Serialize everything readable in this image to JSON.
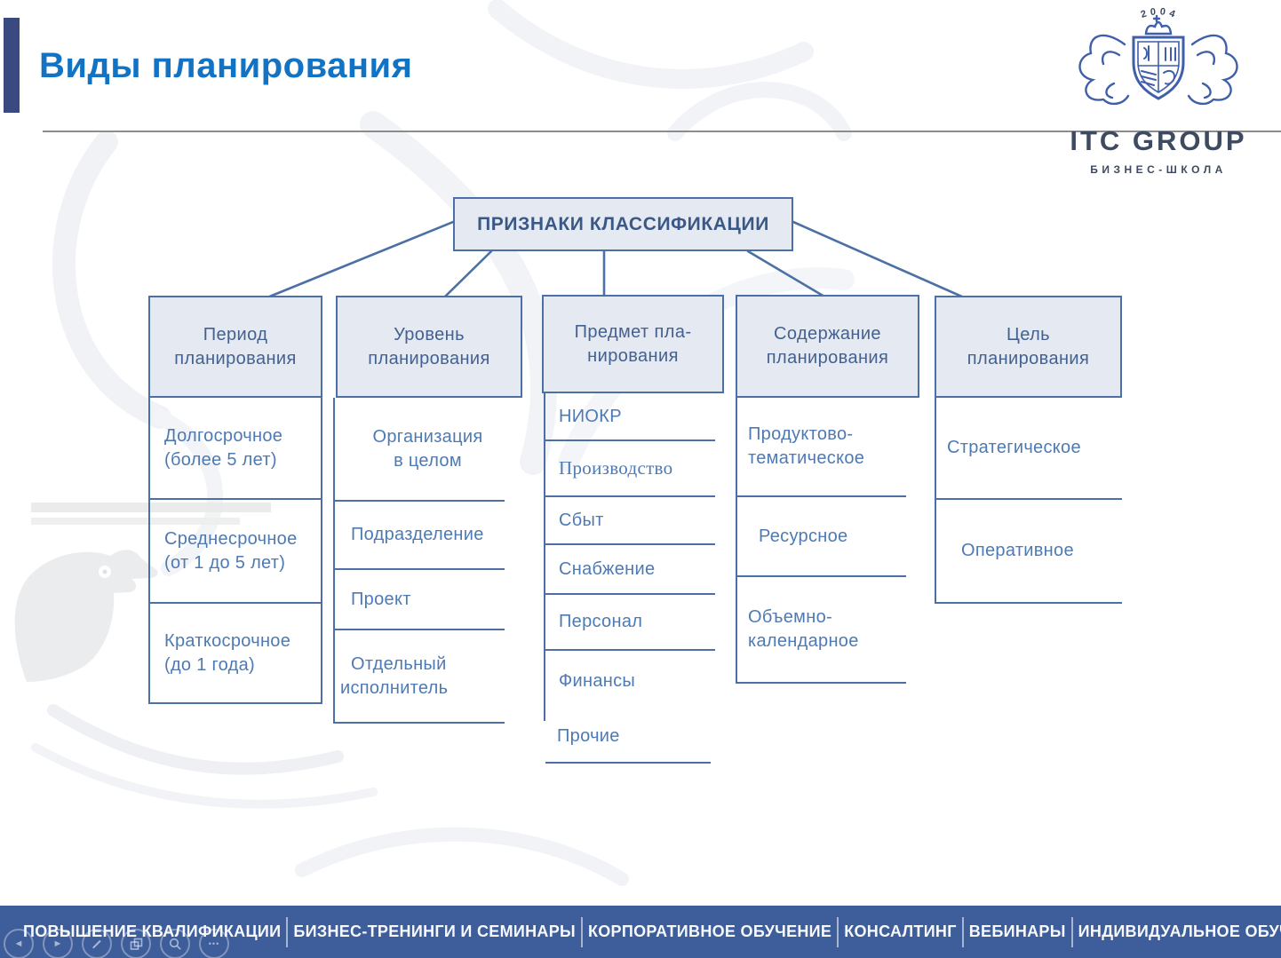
{
  "slide": {
    "title": "Виды планирования"
  },
  "logo": {
    "year": "2004",
    "name": "ITC GROUP",
    "subtitle": "БИЗНЕС-ШКОЛА",
    "crest_icon": "heraldic-crest-with-crown-and-shield"
  },
  "diagram": {
    "root": "ПРИЗНАКИ КЛАССИФИКАЦИИ",
    "columns": [
      {
        "header": [
          "Период",
          "планирования"
        ],
        "items": [
          [
            "Долгосрочное",
            "(более 5 лет)"
          ],
          [
            "Среднесрочное",
            "(от 1 до 5 лет)"
          ],
          [
            "Краткосрочное",
            "(до 1 года)"
          ]
        ]
      },
      {
        "header": [
          "Уровень",
          "планирования"
        ],
        "items": [
          [
            "Организация",
            "в целом"
          ],
          [
            "Подразделение"
          ],
          [
            "Проект"
          ],
          [
            "Отдельный",
            "исполнитель"
          ]
        ]
      },
      {
        "header": [
          "Предмет пла-",
          "нирования"
        ],
        "items": [
          [
            "НИОКР"
          ],
          [
            "Производство"
          ],
          [
            "Сбыт"
          ],
          [
            "Снабжение"
          ],
          [
            "Персонал"
          ],
          [
            "Финансы"
          ],
          [
            "Прочие"
          ]
        ]
      },
      {
        "header": [
          "Содержание",
          "планирования"
        ],
        "items": [
          [
            "Продуктово-",
            "тематическое"
          ],
          [
            "Ресурсное"
          ],
          [
            "Объемно-",
            "календарное"
          ]
        ]
      },
      {
        "header": [
          "Цель",
          "планирования"
        ],
        "items": [
          [
            "Стратегическое"
          ],
          [
            "Оперативное"
          ]
        ]
      }
    ]
  },
  "footer": {
    "items": [
      "ПОВЫШЕНИЕ КВАЛИФИКАЦИИ",
      "БИЗНЕС-ТРЕНИНГИ И СЕМИНАРЫ",
      "КОРПОРАТИВНОЕ ОБУЧЕНИЕ",
      "КОНСАЛТИНГ",
      "ВЕБИНАРЫ",
      "ИНДИВИДУАЛЬНОЕ ОБУЧЕНИЕ"
    ]
  },
  "controls": {
    "icons": [
      "previous-slide",
      "next-slide",
      "pen-tools",
      "see-all-slides",
      "zoom-slide",
      "more-options"
    ]
  },
  "colors": {
    "title_blue": "#1273C5",
    "accent_bar": "#3A4A80",
    "diagram_line": "#4C70A5",
    "header_fill": "#E4E9F2",
    "header_text": "#44618F",
    "item_text": "#4E7AB4",
    "footer_bg": "#3E5D9B",
    "logo_text": "#3E4A5F",
    "logo_crest": "#3F5FA9"
  }
}
